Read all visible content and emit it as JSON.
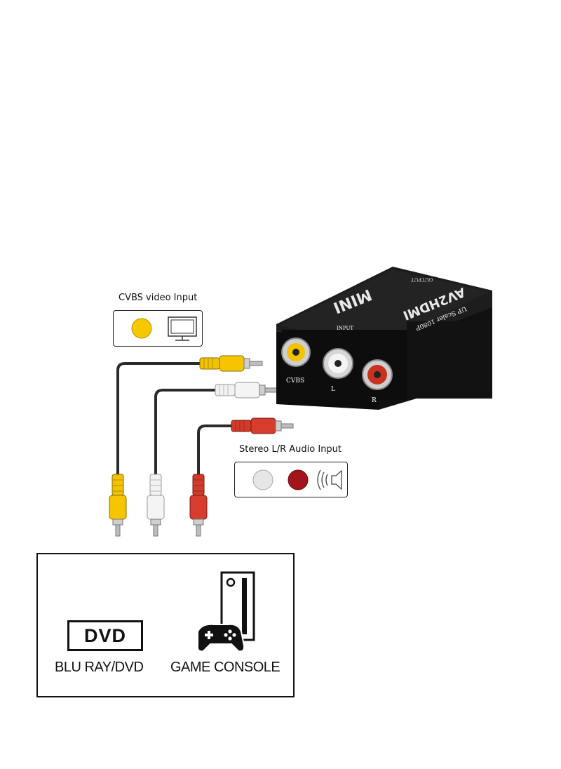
{
  "legend_video": {
    "caption": "CVBS video Input",
    "icons": [
      "yellow-dot-icon",
      "monitor-icon"
    ],
    "color": "#f6c800"
  },
  "legend_audio": {
    "caption": "Stereo L/R Audio Input",
    "icons": [
      "white-dot-icon",
      "red-dot-icon",
      "speaker-icon"
    ],
    "color_red": "#a3151b"
  },
  "device": {
    "brand": "MINI",
    "model": "AV2HDMI",
    "subtitle": "UP Scaler 1080P",
    "input_label": "INPUT",
    "output_label": "OUTPUT",
    "ports": [
      "CVBS",
      "L",
      "R"
    ]
  },
  "sources": {
    "dvd_badge": "DVD",
    "items": [
      "BLU RAY/DVD",
      "GAME CONSOLE"
    ]
  },
  "colors": {
    "yellow": "#f3c200",
    "white": "#f2f2f2",
    "red": "#d33a2a",
    "device": "#151515"
  }
}
